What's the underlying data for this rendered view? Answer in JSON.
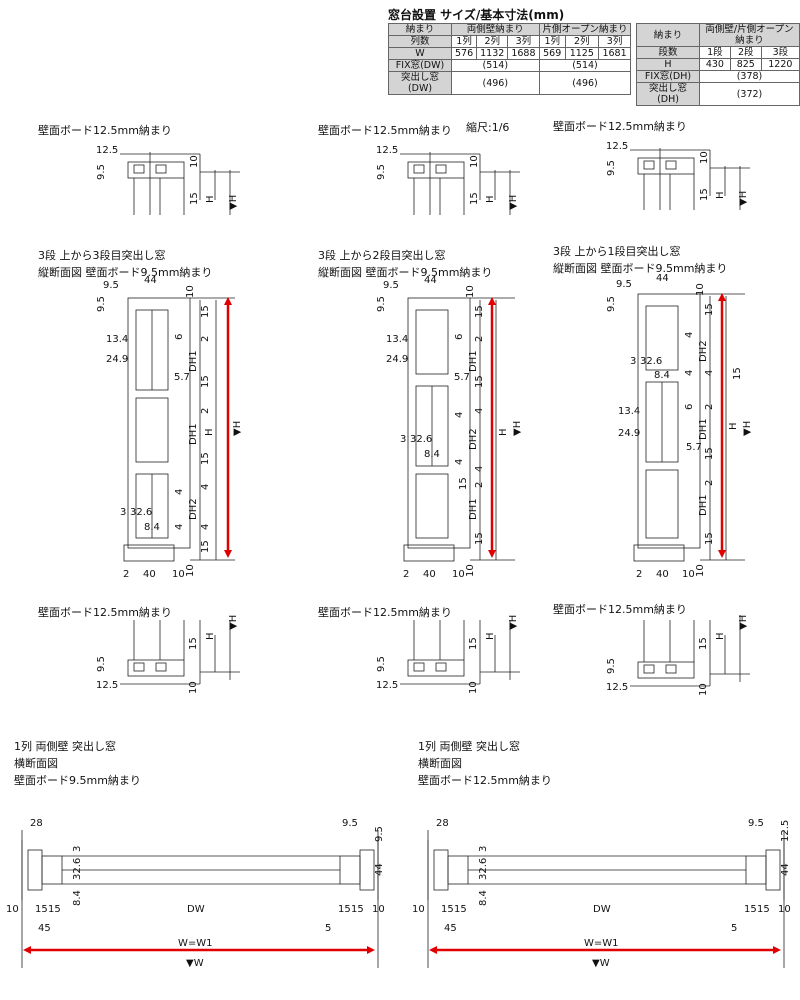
{
  "table": {
    "title": "窓台設置 サイズ/基本寸法(mm)",
    "left": {
      "header": [
        "納まり",
        "両側壁納まり",
        "片側オープン納まり"
      ],
      "row_cols": [
        "列数",
        "1列",
        "2列",
        "3列",
        "1列",
        "2列",
        "3列"
      ],
      "row_w": [
        "W",
        "576",
        "1132",
        "1688",
        "569",
        "1125",
        "1681"
      ],
      "row_fix": [
        "FIX窓(DW)",
        "(514)",
        "(514)"
      ],
      "row_tsu": [
        "突出し窓(DW)",
        "(496)",
        "(496)"
      ]
    },
    "right": {
      "header": [
        "納まり",
        "両側壁/片側オープン納まり"
      ],
      "row_cols": [
        "段数",
        "1段",
        "2段",
        "3段"
      ],
      "row_h": [
        "H",
        "430",
        "825",
        "1220"
      ],
      "row_fix": [
        "FIX窓(DH)",
        "(378)"
      ],
      "row_tsu": [
        "突出し窓(DH)",
        "(372)"
      ]
    }
  },
  "scale": "縮尺:1/6",
  "wall_board_125": "壁面ボード12.5mm納まり",
  "sections": [
    {
      "line1": "3段 上から3段目突出し窓",
      "line2": "縦断面図 壁面ボード9.5mm納まり"
    },
    {
      "line1": "3段 上から2段目突出し窓",
      "line2": "縦断面図 壁面ボード9.5mm納まり"
    },
    {
      "line1": "3段 上から1段目突出し窓",
      "line2": "縦断面図 壁面ボード9.5mm納まり"
    }
  ],
  "horiz": [
    {
      "line1": "1列 両側壁 突出し窓",
      "line2": "横断面図",
      "line3": "壁面ボード9.5mm納まり"
    },
    {
      "line1": "1列 両側壁 突出し窓",
      "line2": "横断面図",
      "line3": "壁面ボード12.5mm納まり"
    }
  ],
  "dims": {
    "d125": "12.5",
    "d95": "9.5",
    "d10": "10",
    "d15": "15",
    "d44": "44",
    "d2": "2",
    "d40": "40",
    "d134": "13.4",
    "d249": "24.9",
    "d57": "5.7",
    "d6": "6",
    "d3": "3",
    "d326": "32.6",
    "d84": "8.4",
    "d4": "4",
    "d28": "28",
    "d45": "45",
    "d5": "5",
    "H": "H",
    "tH": "▼H",
    "DH1": "DH1",
    "DH2": "DH2",
    "DW": "DW",
    "WW1": "W=W1",
    "tW": "▼W"
  },
  "colors": {
    "accent": "#e00000",
    "line": "#222222",
    "grey": "#d4d4d4"
  }
}
